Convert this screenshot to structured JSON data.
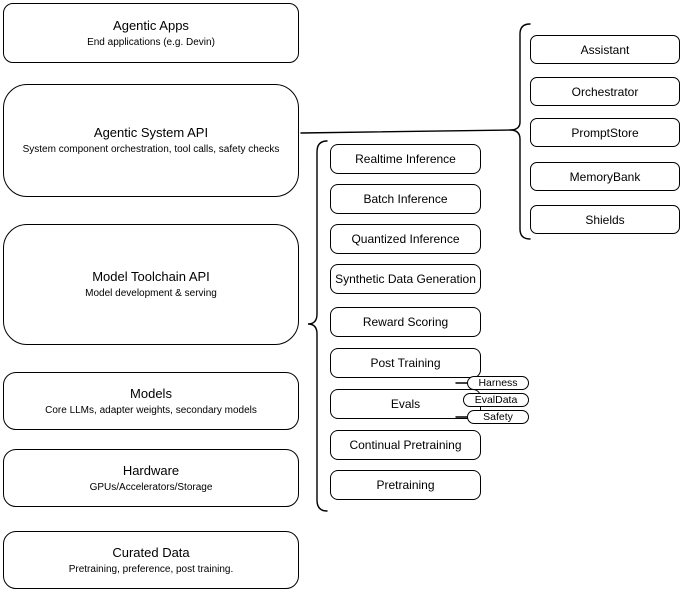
{
  "diagram": {
    "stack": [
      {
        "title": "Agentic Apps",
        "subtitle": "End applications (e.g. Devin)"
      },
      {
        "title": "Agentic System API",
        "subtitle": "System component orchestration, tool calls, safety checks"
      },
      {
        "title": "Model Toolchain API",
        "subtitle": "Model development & serving"
      },
      {
        "title": "Models",
        "subtitle": "Core LLMs, adapter weights, secondary models"
      },
      {
        "title": "Hardware",
        "subtitle": "GPUs/Accelerators/Storage"
      },
      {
        "title": "Curated Data",
        "subtitle": "Pretraining, preference, post training."
      }
    ],
    "toolchain_services": [
      "Realtime Inference",
      "Batch Inference",
      "Quantized Inference",
      "Synthetic Data Generation",
      "Reward Scoring",
      "Post Training",
      "Evals",
      "Continual Pretraining",
      "Pretraining"
    ],
    "eval_tags": [
      "Harness",
      "EvalData",
      "Safety"
    ],
    "system_components": [
      "Assistant",
      "Orchestrator",
      "PromptStore",
      "MemoryBank",
      "Shields"
    ],
    "colors": {
      "stroke": "#000000",
      "fill": "#ffffff",
      "background": "#ffffff",
      "text": "#000000"
    }
  }
}
